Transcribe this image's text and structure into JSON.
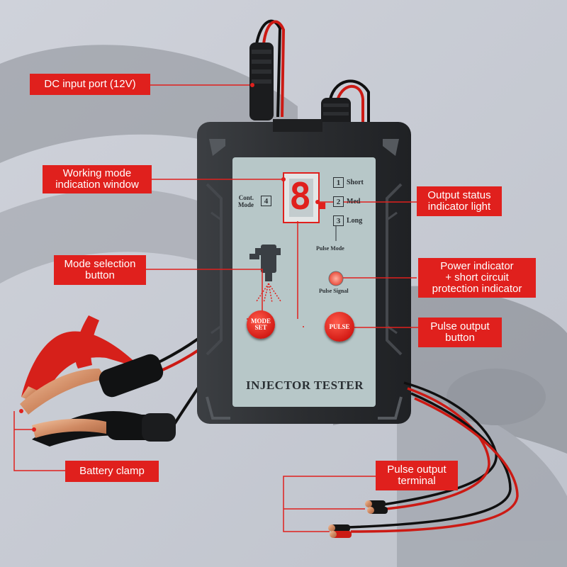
{
  "callouts": {
    "dc_input": {
      "lines": [
        "DC input port (12V)"
      ]
    },
    "working_mode": {
      "lines": [
        "Working mode",
        "indication window"
      ]
    },
    "output_status": {
      "lines": [
        "Output status",
        "indicator light"
      ]
    },
    "mode_selection": {
      "lines": [
        "Mode selection",
        "button"
      ]
    },
    "power_indicator": {
      "lines": [
        "Power indicator",
        "+ short circuit",
        "protection indicator"
      ]
    },
    "pulse_button": {
      "lines": [
        "Pulse output",
        "button"
      ]
    },
    "battery_clamp": {
      "lines": [
        "Battery clamp"
      ]
    },
    "pulse_terminal": {
      "lines": [
        "Pulse output",
        "terminal"
      ]
    }
  },
  "device": {
    "title": "INJECTOR TESTER",
    "display_digit": "8.",
    "cont_mode_label": [
      "Cont.",
      "Mode"
    ],
    "cont_mode_number": "4",
    "modes": [
      {
        "number": "1",
        "label": "Short"
      },
      {
        "number": "2",
        "label": "Med"
      },
      {
        "number": "3",
        "label": "Long"
      }
    ],
    "pulse_mode_label": "Pulse Mode",
    "pulse_signal_label": "Pulse Signal",
    "mode_button": [
      "MODE",
      "SET"
    ],
    "pulse_button": "PULSE"
  },
  "colors": {
    "accent_red": "#e0201d",
    "panel": "#b7c7c8",
    "case": "#2b2d30"
  }
}
